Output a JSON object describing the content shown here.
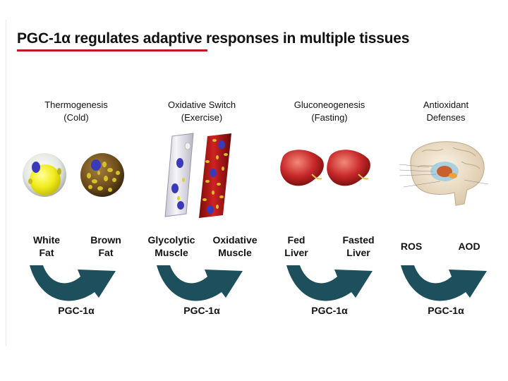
{
  "title": "PGC-1α regulates adaptive responses in multiple tissues",
  "panels": [
    {
      "heading_line1": "Thermogenesis",
      "heading_line2": "(Cold)",
      "left_label_line1": "White",
      "left_label_line2": "Fat",
      "right_label_line1": "Brown",
      "right_label_line2": "Fat",
      "regulator": "PGC-1α"
    },
    {
      "heading_line1": "Oxidative Switch",
      "heading_line2": "(Exercise)",
      "left_label_line1": "Glycolytic",
      "left_label_line2": "Muscle",
      "right_label_line1": "Oxidative",
      "right_label_line2": "Muscle",
      "regulator": "PGC-1α"
    },
    {
      "heading_line1": "Gluconeogenesis",
      "heading_line2": "(Fasting)",
      "left_label_line1": "Fed",
      "left_label_line2": "Liver",
      "right_label_line1": "Fasted",
      "right_label_line2": "Liver",
      "regulator": "PGC-1α"
    },
    {
      "heading_line1": "Antioxidant",
      "heading_line2": "Defenses",
      "left_label_line1": "ROS",
      "right_label_line1": "AOD",
      "regulator": "PGC-1α"
    }
  ],
  "colors": {
    "title_underline": "#c0181f",
    "arrow": "#1e4f5c",
    "white_fat": "#f2f05a",
    "brown_fat": "#7a5a22",
    "oxidative_muscle": "#b01818",
    "liver": "#c8282a",
    "nucleus": "#3a3ab8"
  },
  "icons": [
    "white-fat-cell",
    "brown-fat-cell",
    "glycolytic-fiber",
    "oxidative-fiber",
    "liver",
    "brain",
    "curved-arrow"
  ]
}
